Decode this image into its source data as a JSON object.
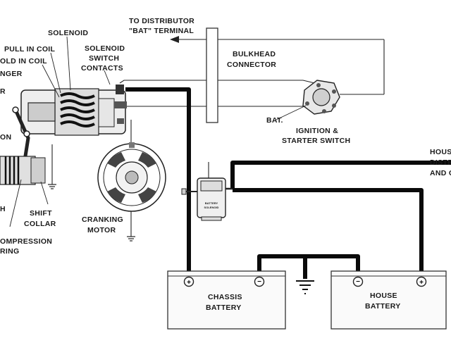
{
  "labels": {
    "to_distributor_line1": "TO DISTRIBUTOR",
    "to_distributor_line2": "\"BAT\" TERMINAL",
    "solenoid": "SOLENOID",
    "pull_in_coil": "PULL IN COIL",
    "hold_in_coil": "OLD IN COIL",
    "plunger": "NGER",
    "lever": "R",
    "solenoid_switch_line1": "SOLENOID",
    "solenoid_switch_line2": "SWITCH",
    "solenoid_switch_line3": "CONTACTS",
    "bulkhead_line1": "BULKHEAD",
    "bulkhead_line2": "CONNECTOR",
    "bat": "BAT.",
    "ignition_line1": "IGNITION &",
    "ignition_line2": "STARTER SWITCH",
    "house_line1": "HOUS",
    "house_line2": "DISTR",
    "house_line3": "AND C",
    "battery_solenoid_line1": "BATTERY",
    "battery_solenoid_line2": "SOLENOID",
    "cranking_line1": "CRANKING",
    "cranking_line2": "MOTOR",
    "shift_line1": "SHIFT",
    "shift_line2": "COLLAR",
    "compression_line1": "OMPRESSION",
    "compression_line2": "RING",
    "left_on": "ON",
    "left_h": "H",
    "chassis_line1": "CHASSIS",
    "chassis_line2": "BATTERY",
    "house_batt_line1": "HOUSE",
    "house_batt_line2": "BATTERY"
  }
}
